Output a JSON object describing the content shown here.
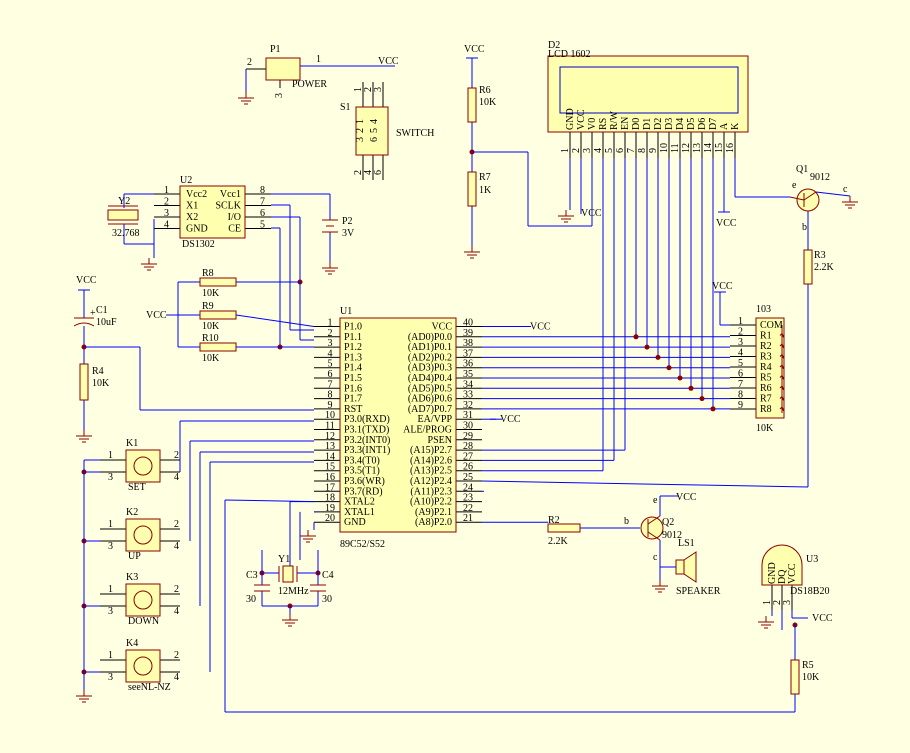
{
  "colors": {
    "background": "#FFFFE1",
    "wire": "#0000FF",
    "component_outline": "#8B0000",
    "component_fill": "#FFFFB0"
  },
  "power": {
    "vcc": "VCC"
  },
  "u1": {
    "ref": "U1",
    "part": "89C52/S52",
    "left_pins": [
      {
        "num": "1",
        "name": "P1.0"
      },
      {
        "num": "2",
        "name": "P1.1"
      },
      {
        "num": "3",
        "name": "P1.2"
      },
      {
        "num": "4",
        "name": "P1.3"
      },
      {
        "num": "5",
        "name": "P1.4"
      },
      {
        "num": "6",
        "name": "P1.5"
      },
      {
        "num": "7",
        "name": "P1.6"
      },
      {
        "num": "8",
        "name": "P1.7"
      },
      {
        "num": "9",
        "name": "RST"
      },
      {
        "num": "10",
        "name": "P3.0(RXD)"
      },
      {
        "num": "11",
        "name": "P3.1(TXD)"
      },
      {
        "num": "12",
        "name": "P3.2(INT0)"
      },
      {
        "num": "13",
        "name": "P3.3(INT1)"
      },
      {
        "num": "14",
        "name": "P3.4(T0)"
      },
      {
        "num": "15",
        "name": "P3.5(T1)"
      },
      {
        "num": "16",
        "name": "P3.6(WR)"
      },
      {
        "num": "17",
        "name": "P3.7(RD)"
      },
      {
        "num": "18",
        "name": "XTAL2"
      },
      {
        "num": "19",
        "name": "XTAL1"
      },
      {
        "num": "20",
        "name": "GND"
      }
    ],
    "right_pins": [
      {
        "num": "40",
        "name": "VCC"
      },
      {
        "num": "39",
        "name": "(AD0)P0.0"
      },
      {
        "num": "38",
        "name": "(AD1)P0.1"
      },
      {
        "num": "37",
        "name": "(AD2)P0.2"
      },
      {
        "num": "36",
        "name": "(AD3)P0.3"
      },
      {
        "num": "35",
        "name": "(AD4)P0.4"
      },
      {
        "num": "34",
        "name": "(AD5)P0.5"
      },
      {
        "num": "33",
        "name": "(AD6)P0.6"
      },
      {
        "num": "32",
        "name": "(AD7)P0.7"
      },
      {
        "num": "31",
        "name": "EA/VPP"
      },
      {
        "num": "30",
        "name": "ALE/PROG"
      },
      {
        "num": "29",
        "name": "PSEN"
      },
      {
        "num": "28",
        "name": "(A15)P2.7"
      },
      {
        "num": "27",
        "name": "(A14)P2.6"
      },
      {
        "num": "26",
        "name": "(A13)P2.5"
      },
      {
        "num": "25",
        "name": "(A12)P2.4"
      },
      {
        "num": "24",
        "name": "(A11)P2.3"
      },
      {
        "num": "23",
        "name": "(A10)P2.2"
      },
      {
        "num": "22",
        "name": "(A9)P2.1"
      },
      {
        "num": "21",
        "name": "(A8)P2.0"
      }
    ]
  },
  "u2": {
    "ref": "U2",
    "part": "DS1302",
    "left_pins": [
      {
        "num": "1",
        "name": "Vcc2"
      },
      {
        "num": "2",
        "name": "X1"
      },
      {
        "num": "3",
        "name": "X2"
      },
      {
        "num": "4",
        "name": "GND"
      }
    ],
    "right_pins": [
      {
        "num": "8",
        "name": "Vcc1"
      },
      {
        "num": "7",
        "name": "SCLK"
      },
      {
        "num": "6",
        "name": "I/O"
      },
      {
        "num": "5",
        "name": "CE"
      }
    ]
  },
  "d2": {
    "ref": "D2",
    "part": "LCD  1602",
    "pins": [
      {
        "num": "1",
        "name": "GND"
      },
      {
        "num": "2",
        "name": "VCC"
      },
      {
        "num": "3",
        "name": "V0"
      },
      {
        "num": "4",
        "name": "RS"
      },
      {
        "num": "5",
        "name": "R/W"
      },
      {
        "num": "6",
        "name": "EN"
      },
      {
        "num": "7",
        "name": "D0"
      },
      {
        "num": "8",
        "name": "D1"
      },
      {
        "num": "9",
        "name": "D2"
      },
      {
        "num": "10",
        "name": "D3"
      },
      {
        "num": "11",
        "name": "D4"
      },
      {
        "num": "12",
        "name": "D5"
      },
      {
        "num": "13",
        "name": "D6"
      },
      {
        "num": "14",
        "name": "D7"
      },
      {
        "num": "15",
        "name": "A"
      },
      {
        "num": "16",
        "name": "K"
      }
    ]
  },
  "rn": {
    "ref": "103",
    "value": "10K",
    "pins": [
      {
        "num": "1",
        "name": "COM"
      },
      {
        "num": "2",
        "name": "R1"
      },
      {
        "num": "3",
        "name": "R2"
      },
      {
        "num": "4",
        "name": "R3"
      },
      {
        "num": "5",
        "name": "R4"
      },
      {
        "num": "6",
        "name": "R5"
      },
      {
        "num": "7",
        "name": "R6"
      },
      {
        "num": "8",
        "name": "R7"
      },
      {
        "num": "9",
        "name": "R8"
      }
    ]
  },
  "u3": {
    "ref": "U3",
    "part": "DS18B20",
    "pins": [
      {
        "num": "1",
        "name": "GND"
      },
      {
        "num": "2",
        "name": "DQ"
      },
      {
        "num": "3",
        "name": "VCC"
      }
    ]
  },
  "p1": {
    "ref": "P1",
    "label": "POWER",
    "pins": [
      "1",
      "2",
      "3"
    ]
  },
  "s1": {
    "ref": "S1",
    "label": "SWITCH",
    "pins_top": [
      "1",
      "2",
      "3"
    ],
    "pins_mid_left": [
      "1",
      "2",
      "3"
    ],
    "pins_mid_right": [
      "4",
      "5",
      "6"
    ],
    "pins_bottom": [
      "2",
      "4",
      "6"
    ],
    "pins_right": [
      "5"
    ]
  },
  "p2": {
    "ref": "P2",
    "value": "3V"
  },
  "y1": {
    "ref": "Y1",
    "value": "12MHz"
  },
  "y2": {
    "ref": "Y2",
    "value": "32.768"
  },
  "c1": {
    "ref": "C1",
    "value": "10uF",
    "plus": "+"
  },
  "c3": {
    "ref": "C3",
    "value": "30"
  },
  "c4": {
    "ref": "C4",
    "value": "30"
  },
  "q1": {
    "ref": "Q1",
    "part": "9012",
    "b": "b",
    "c": "c",
    "e": "e"
  },
  "q2": {
    "ref": "Q2",
    "part": "9012",
    "b": "b",
    "c": "c",
    "e": "e"
  },
  "ls1": {
    "ref": "LS1",
    "label": "SPEAKER"
  },
  "resistors": [
    {
      "ref": "R2",
      "value": "2.2K"
    },
    {
      "ref": "R3",
      "value": "2.2K"
    },
    {
      "ref": "R4",
      "value": "10K"
    },
    {
      "ref": "R5",
      "value": "10K"
    },
    {
      "ref": "R6",
      "value": "10K"
    },
    {
      "ref": "R7",
      "value": "1K"
    },
    {
      "ref": "R8",
      "value": "10K"
    },
    {
      "ref": "R9",
      "value": "10K"
    },
    {
      "ref": "R10",
      "value": "10K"
    }
  ],
  "keys": [
    {
      "ref": "K1",
      "label": "SET"
    },
    {
      "ref": "K2",
      "label": "UP"
    },
    {
      "ref": "K3",
      "label": "DOWN"
    },
    {
      "ref": "K4",
      "label": "seeNL-NZ"
    }
  ],
  "key_pins": {
    "p1": "1",
    "p2": "2",
    "p3": "3",
    "p4": "4"
  }
}
